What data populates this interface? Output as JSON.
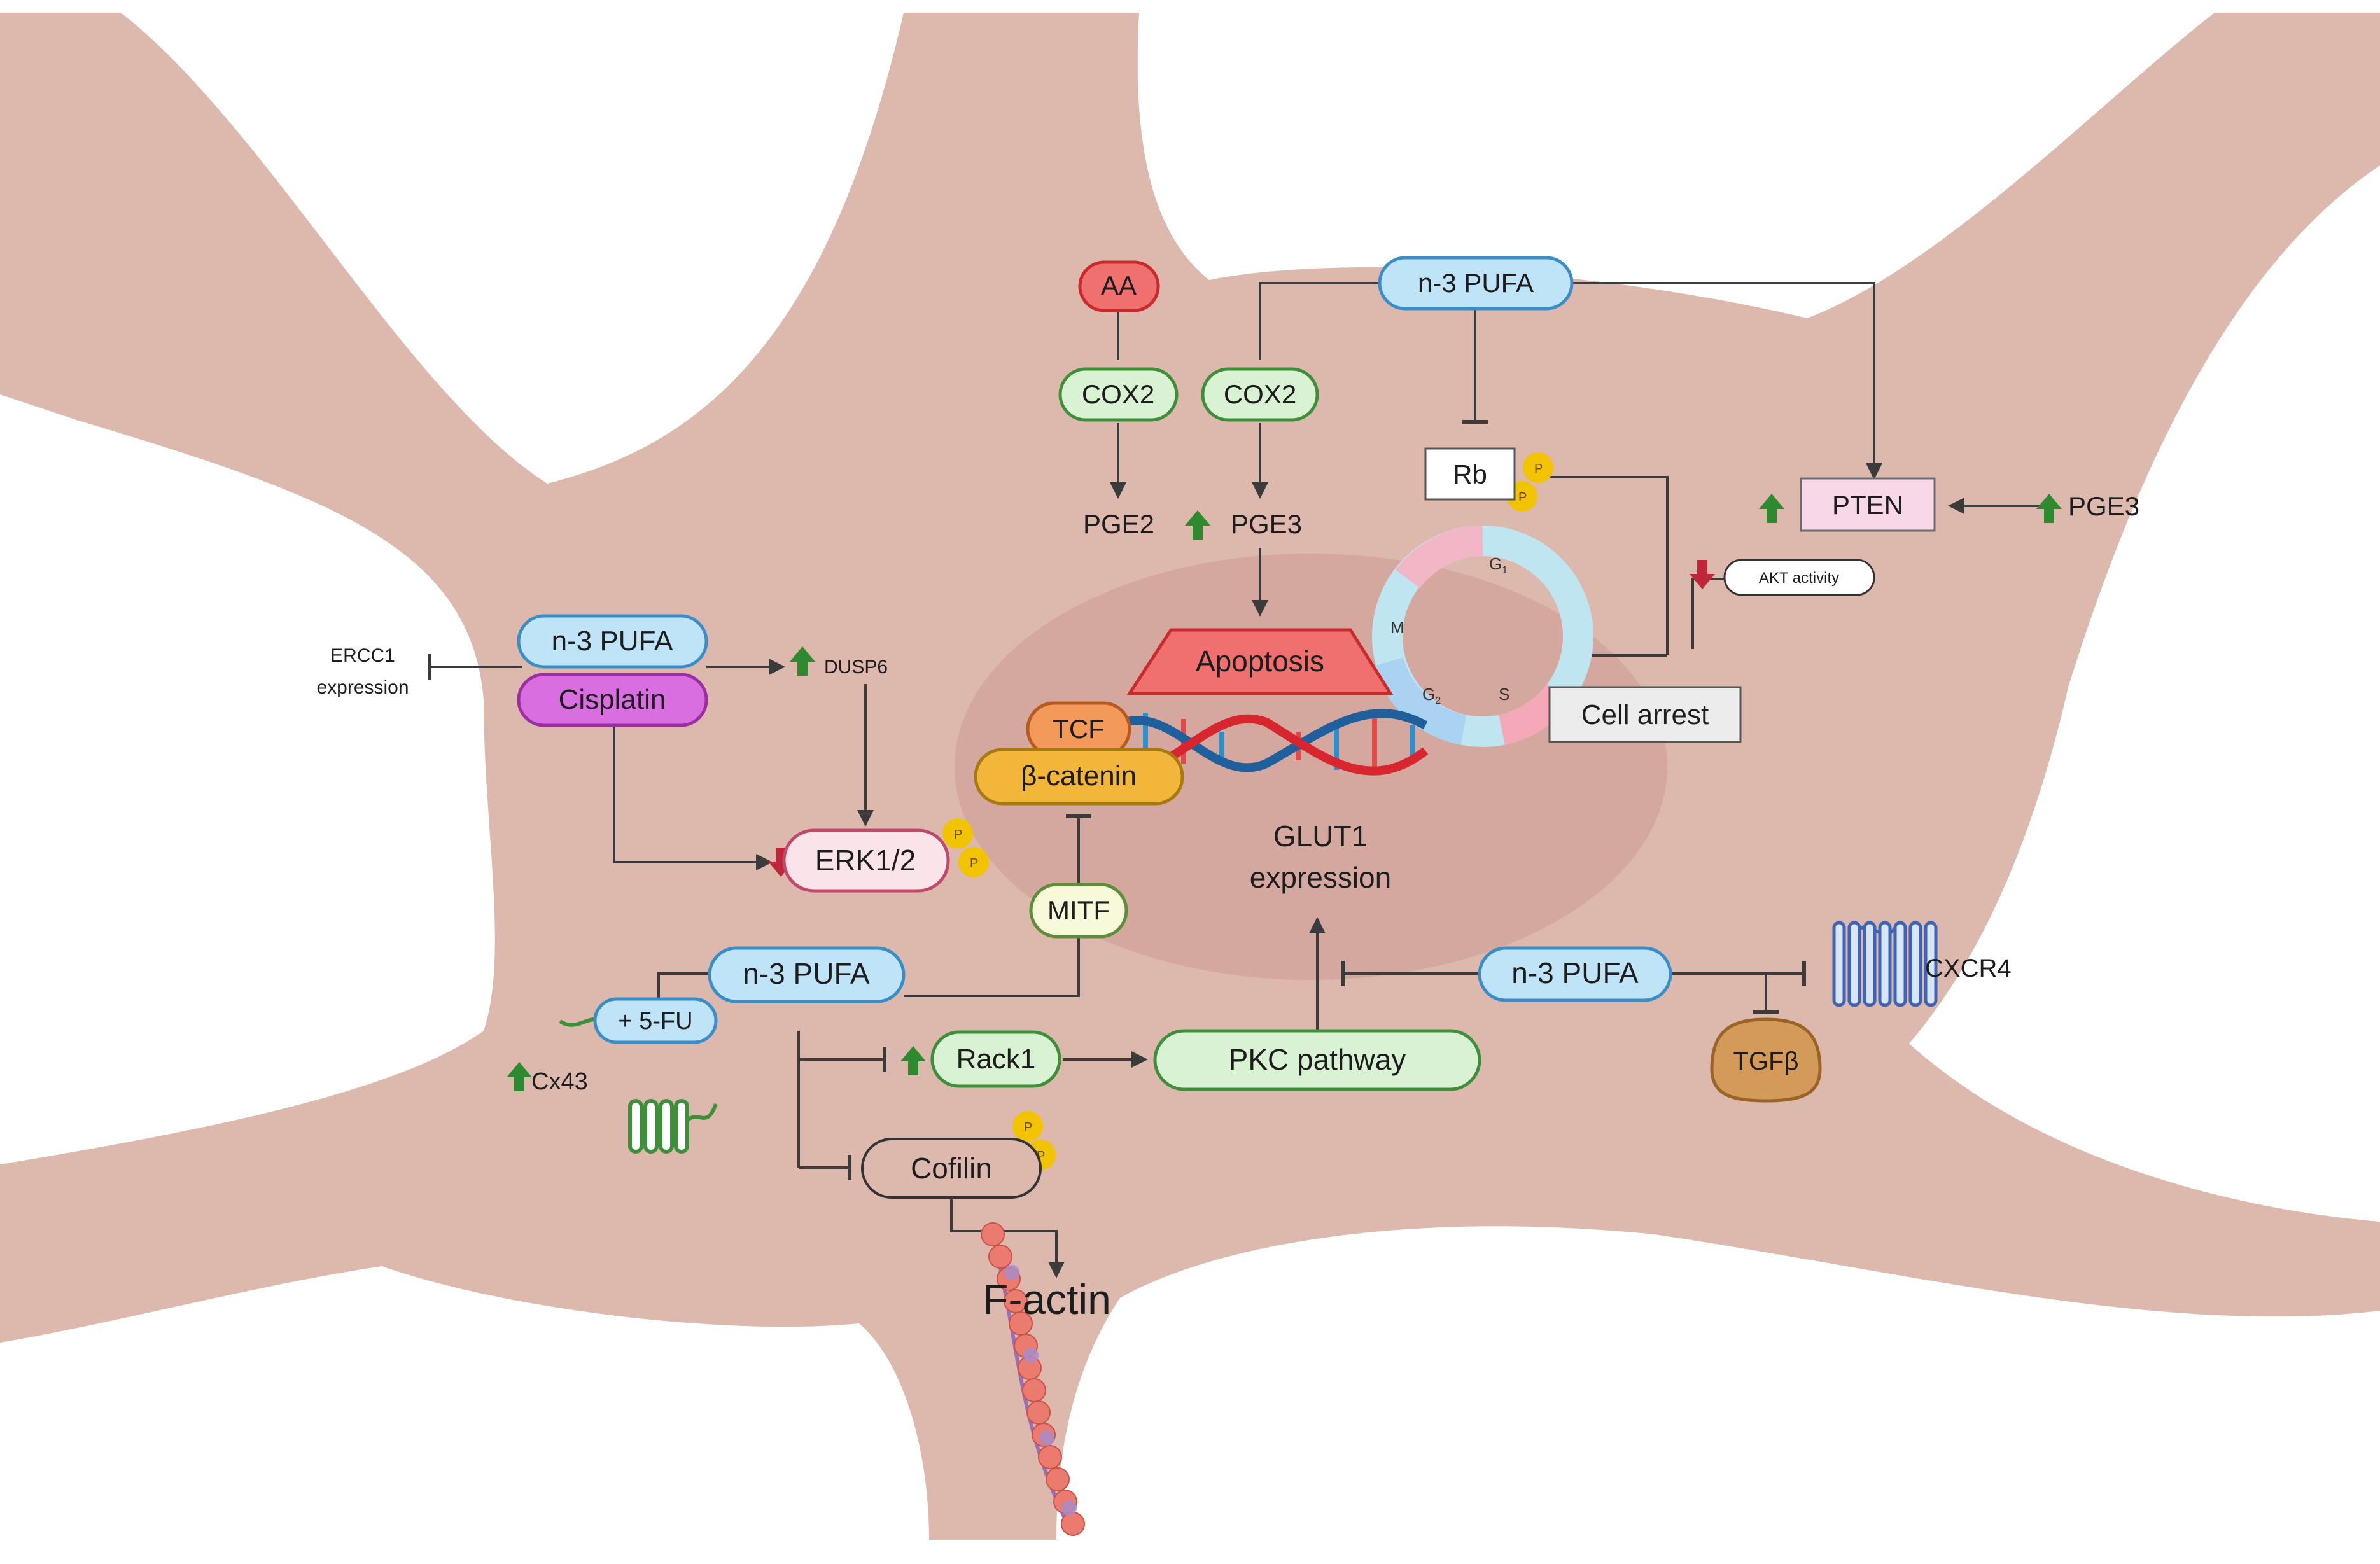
{
  "colors": {
    "cell": "#dcb8ad",
    "nucleus": "#d2a39a",
    "pufa_fill": "#bfe3f7",
    "pufa_stroke": "#3a8ec8",
    "green_fill": "#d9f2d4",
    "green_stroke": "#3f8f3a",
    "red_fill": "#f06f6f",
    "red_stroke": "#c92b2b",
    "arrow_up": "#2e8a2e",
    "arrow_down": "#c0263a",
    "phospho": "#f2c300",
    "line": "#3b3b3b"
  },
  "labels": {
    "aa": "AA",
    "cox2_left": "COX2",
    "cox2_right": "COX2",
    "pge2": "PGE2",
    "pge3_mid": "PGE3",
    "pufa_top": "n-3 PUFA",
    "rb": "Rb",
    "pten": "PTEN",
    "pge3_right": "PGE3",
    "akt": "AKT activity",
    "apoptosis": "Apoptosis",
    "cell_arrest": "Cell arrest",
    "tcf": "TCF",
    "beta_catenin": "β-catenin",
    "glut1_line1": "GLUT1",
    "glut1_line2": "expression",
    "ercc1_line1": "ERCC1",
    "ercc1_line2": "expression",
    "pufa_left": "n-3 PUFA",
    "cisplatin": "Cisplatin",
    "dusp6": "DUSP6",
    "erk": "ERK1/2",
    "mitf": "MITF",
    "pufa_bottom": "n-3 PUFA",
    "fu": "+ 5-FU",
    "cx43": "Cx43",
    "rack1": "Rack1",
    "pkc": "PKC pathway",
    "cofilin": "Cofilin",
    "factin": "F-actin",
    "pufa_right": "n-3 PUFA",
    "cxcr4": "CXCR4",
    "tgfb": "TGFβ",
    "phase_g1": "G",
    "phase_g1_sub": "1",
    "phase_s": "S",
    "phase_g2": "G",
    "phase_g2_sub": "2",
    "phase_m": "M",
    "p": "P"
  }
}
